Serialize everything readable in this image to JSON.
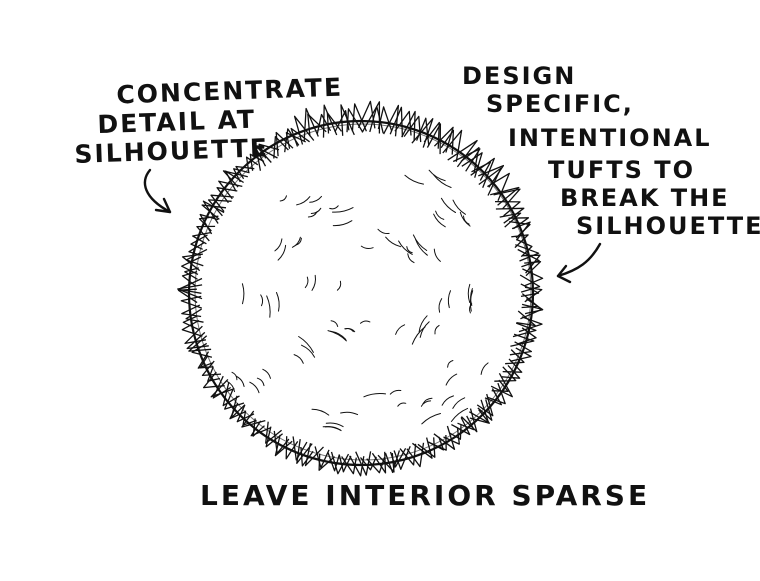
{
  "annotations": {
    "left": [
      "CONCENTRATE",
      "DETAIL AT",
      "SILHOUETTE"
    ],
    "right": [
      "DESIGN",
      "SPECIFIC,",
      "INTENTIONAL",
      "TUFTS TO",
      "BREAK THE",
      "SILHOUETTE"
    ],
    "bottom": "LEAVE INTERIOR SPARSE"
  },
  "colors": {
    "ink": "#111111",
    "paper": "#ffffff"
  }
}
